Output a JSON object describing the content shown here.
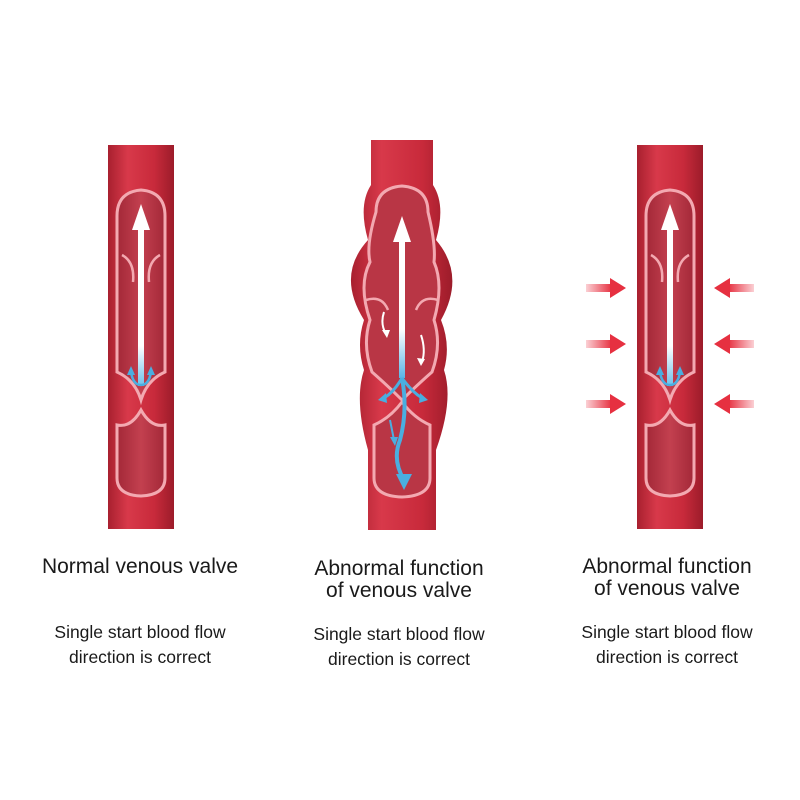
{
  "panels": [
    {
      "title_lines": [
        "Normal venous valve"
      ],
      "desc_lines": [
        "Single start blood flow",
        "direction is correct"
      ]
    },
    {
      "title_lines": [
        "Abnormal function",
        "of venous valve"
      ],
      "desc_lines": [
        "Single start blood flow",
        "direction is correct"
      ]
    },
    {
      "title_lines": [
        "Abnormal function",
        "of venous valve"
      ],
      "desc_lines": [
        "Single start blood flow",
        "direction is correct"
      ]
    }
  ],
  "colors": {
    "vein_outer": "#c8283a",
    "vein_inner": "#b0303f",
    "valve_membrane": "#f3a9b1",
    "flow_arrow": "#ffffff",
    "backflow_arrow": "#4aaee0",
    "pressure_arrow": "#e63040"
  }
}
